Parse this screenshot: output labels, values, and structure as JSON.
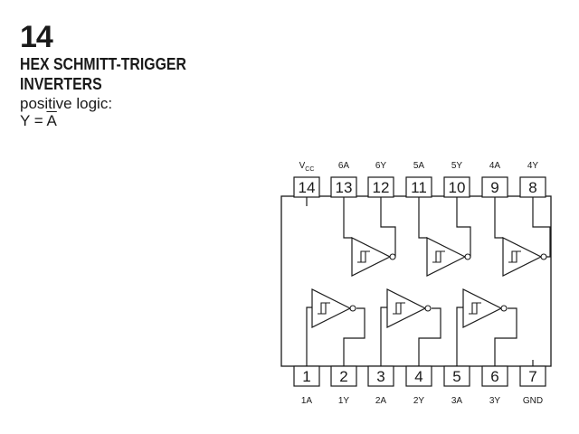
{
  "header": {
    "part_number": "14",
    "part_name_line1": "HEX SCHMITT-TRIGGER",
    "part_name_line2": "INVERTERS",
    "logic_label": "positive logic:",
    "logic_eq_prefix": "Y = ",
    "logic_eq_var": "A"
  },
  "pins_top": [
    {
      "num": "14",
      "label": "VCC",
      "label_main": "V",
      "label_sub": "CC"
    },
    {
      "num": "13",
      "label": "6A"
    },
    {
      "num": "12",
      "label": "6Y"
    },
    {
      "num": "11",
      "label": "5A"
    },
    {
      "num": "10",
      "label": "5Y"
    },
    {
      "num": "9",
      "label": "4A"
    },
    {
      "num": "8",
      "label": "4Y"
    }
  ],
  "pins_bottom": [
    {
      "num": "1",
      "label": "1A"
    },
    {
      "num": "2",
      "label": "1Y"
    },
    {
      "num": "3",
      "label": "2A"
    },
    {
      "num": "4",
      "label": "2Y"
    },
    {
      "num": "5",
      "label": "3A"
    },
    {
      "num": "6",
      "label": "3Y"
    },
    {
      "num": "7",
      "label": "GND"
    }
  ],
  "gates_top": [
    {
      "name": "gate-6",
      "in_pin": "13",
      "out_pin": "12"
    },
    {
      "name": "gate-5",
      "in_pin": "11",
      "out_pin": "10"
    },
    {
      "name": "gate-4",
      "in_pin": "9",
      "out_pin": "8"
    }
  ],
  "gates_bottom": [
    {
      "name": "gate-1",
      "in_pin": "1",
      "out_pin": "2"
    },
    {
      "name": "gate-2",
      "in_pin": "3",
      "out_pin": "4"
    },
    {
      "name": "gate-3",
      "in_pin": "5",
      "out_pin": "6"
    }
  ]
}
